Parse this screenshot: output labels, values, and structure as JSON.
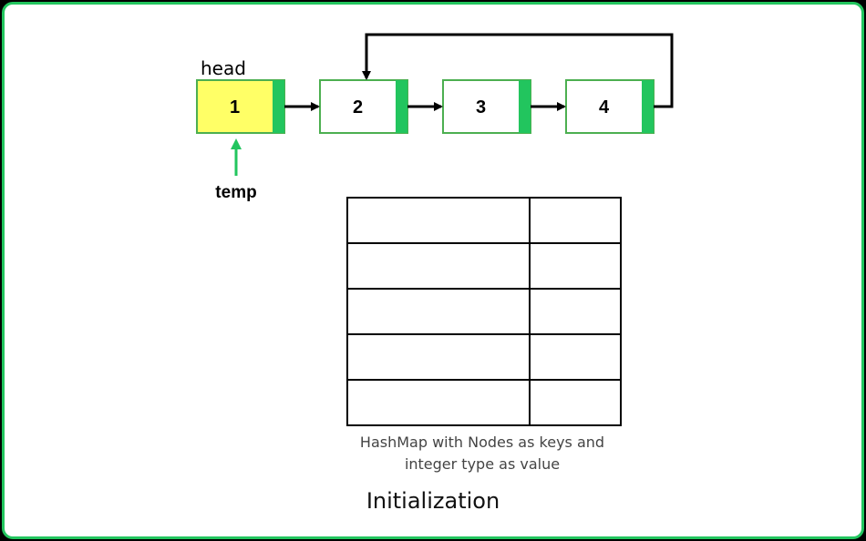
{
  "labels": {
    "head": "head",
    "temp": "temp",
    "caption_line1": "HashMap with Nodes as keys and",
    "caption_line2": "integer type as value",
    "title": "Initialization"
  },
  "nodes": [
    {
      "value": "1",
      "highlighted": true
    },
    {
      "value": "2",
      "highlighted": false
    },
    {
      "value": "3",
      "highlighted": false
    },
    {
      "value": "4",
      "highlighted": false
    }
  ],
  "cycle": {
    "from_node": "4",
    "to_node": "2"
  },
  "hashmap": {
    "rows": 5,
    "columns": 2,
    "cells": [
      [
        "",
        ""
      ],
      [
        "",
        ""
      ],
      [
        "",
        ""
      ],
      [
        "",
        ""
      ],
      [
        "",
        ""
      ]
    ]
  },
  "colors": {
    "frame": "#22c55e",
    "node_border": "#4caf50",
    "next_pointer": "#22c55e",
    "highlight_fill": "#ffff66",
    "temp_arrow": "#22c55e",
    "arrow": "#000000"
  }
}
